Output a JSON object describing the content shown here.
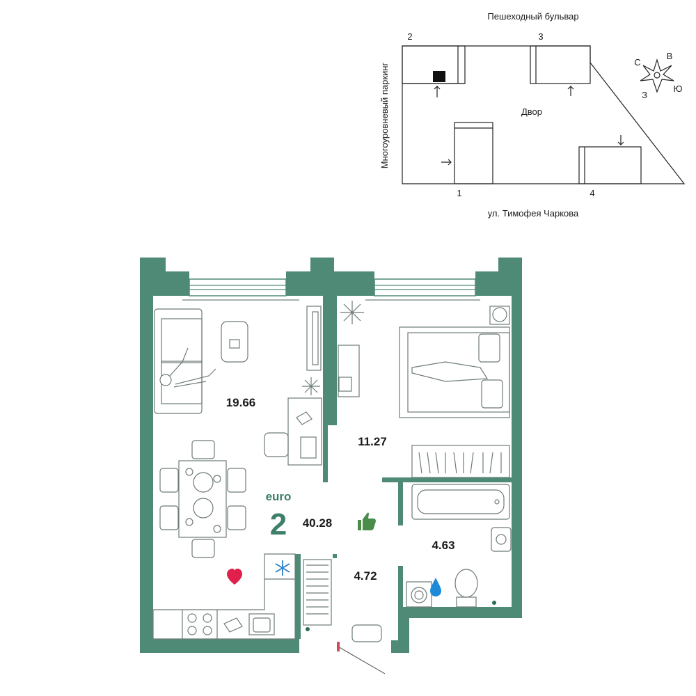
{
  "site_plan": {
    "street_top": "Пешеходный бульвар",
    "street_bottom": "ул. Тимофея Чаркова",
    "parking_label": "Многоуровневый паркинг",
    "courtyard": "Двор",
    "buildings": [
      "1",
      "2",
      "3",
      "4"
    ],
    "compass": {
      "north": "С",
      "east": "В",
      "south": "Ю",
      "west": "З"
    }
  },
  "plan": {
    "series": "euro",
    "rooms_count": "2",
    "total_area": "40.28",
    "rooms": [
      {
        "id": "kitchen-living",
        "area": "19.66"
      },
      {
        "id": "bedroom",
        "area": "11.27"
      },
      {
        "id": "bathroom",
        "area": "4.63"
      },
      {
        "id": "hallway",
        "area": "4.72"
      }
    ]
  },
  "colors": {
    "wall": "#4f8a77",
    "accent_green": "#3d7f68",
    "heart": "#e0204a",
    "drop": "#1e8ad8",
    "snow": "#2a7fc9"
  },
  "icons": [
    "thumbs-up-icon",
    "heart-icon",
    "snowflake-icon",
    "water-drop-icon",
    "compass-rose-icon",
    "entrance-arrow-icon"
  ]
}
